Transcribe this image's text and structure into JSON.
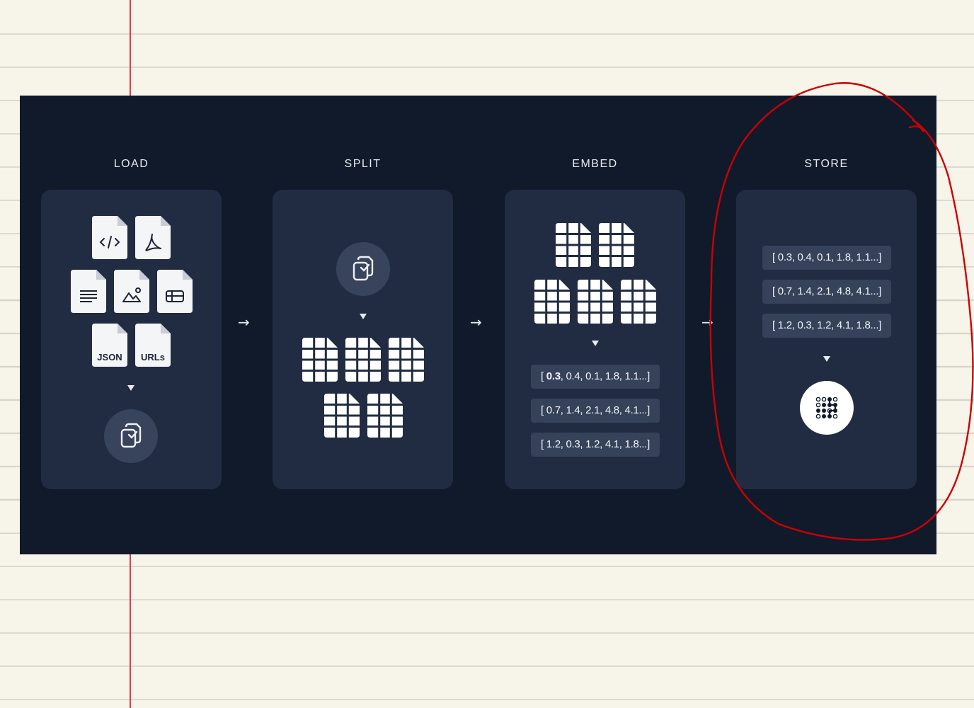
{
  "stages": [
    {
      "title": "LOAD"
    },
    {
      "title": "SPLIT"
    },
    {
      "title": "EMBED"
    },
    {
      "title": "STORE"
    }
  ],
  "load": {
    "file_icons": [
      "code-file-icon",
      "pdf-file-icon",
      "text-file-icon",
      "image-file-icon",
      "table-file-icon",
      "json-file-icon",
      "urls-file-icon"
    ],
    "json_label": "JSON",
    "urls_label": "URLs"
  },
  "embed": {
    "vectors": [
      {
        "first": "0.3",
        "rest": ", 0.4, 0.1, 1.8, 1.1...]"
      },
      {
        "text": "[ 0.7, 1.4, 2.1, 4.8, 4.1...]"
      },
      {
        "text": "[ 1.2, 0.3, 1.2, 4.1, 1.8...]"
      }
    ]
  },
  "store": {
    "vectors": [
      {
        "text": "[ 0.3, 0.4, 0.1, 1.8, 1.1...]"
      },
      {
        "text": "[ 0.7, 1.4, 2.1, 4.8, 4.1...]"
      },
      {
        "text": "[ 1.2, 0.3, 1.2, 4.1, 1.8...]"
      }
    ]
  },
  "arrows": [
    "→",
    "→",
    "→"
  ],
  "colors": {
    "background": "#111a2b",
    "panel": "#212c42",
    "vector_chip": "#36415a",
    "annotation": "#cc0000",
    "paper": "#f7f4e9",
    "margin_line": "#e0394f"
  }
}
